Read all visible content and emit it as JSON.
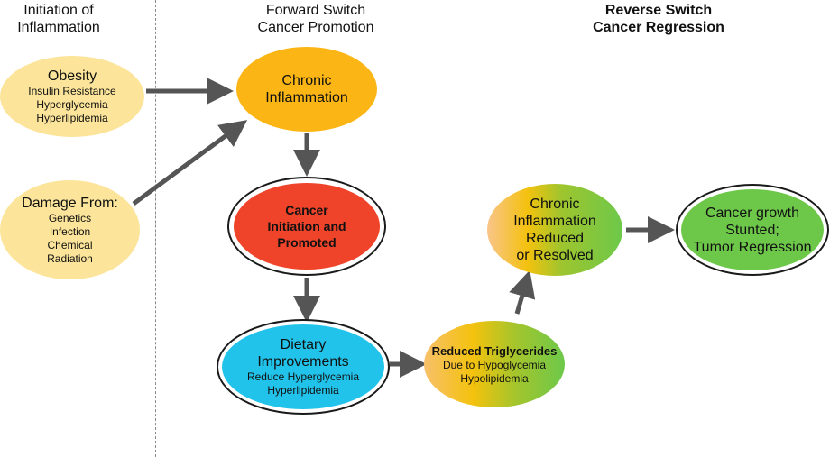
{
  "headers": {
    "initiation": [
      "Initiation of",
      "Inflammation"
    ],
    "forward": [
      "Forward Switch",
      "Cancer Promotion"
    ],
    "reverse": [
      "Reverse Switch",
      "Cancer Regression"
    ]
  },
  "nodes": {
    "obesity": {
      "title": "Obesity",
      "lines": [
        "Insulin Resistance",
        "Hyperglycemia",
        "Hyperlipidemia"
      ]
    },
    "damage": {
      "title": "Damage From:",
      "lines": [
        "Genetics",
        "Infection",
        "Chemical",
        "Radiation"
      ]
    },
    "chronic_inflammation": {
      "lines": [
        "Chronic",
        "Inflammation"
      ]
    },
    "cancer_initiation": {
      "lines": [
        "Cancer",
        "Initiation and",
        "Promoted"
      ]
    },
    "dietary": {
      "title_lines": [
        "Dietary",
        "Improvements"
      ],
      "lines": [
        "Reduce Hyperglycemia",
        "Hyperlipidemia"
      ]
    },
    "reduced_triglycerides": {
      "title": "Reduced Triglycerides",
      "lines": [
        "Due to Hypoglycemia",
        "Hypolipidemia"
      ]
    },
    "inflammation_reduced": {
      "lines": [
        "Chronic",
        "Inflammation",
        "Reduced",
        "or Resolved"
      ]
    },
    "tumor_regression": {
      "lines": [
        "Cancer growth",
        "Stunted;",
        "Tumor Regression"
      ]
    }
  },
  "colors": {
    "pale_yellow": "#fce59a",
    "amber": "#fbb515",
    "red": "#f0442a",
    "cyan": "#22c3ea",
    "green": "#6dc84a",
    "arrow": "#555555"
  }
}
